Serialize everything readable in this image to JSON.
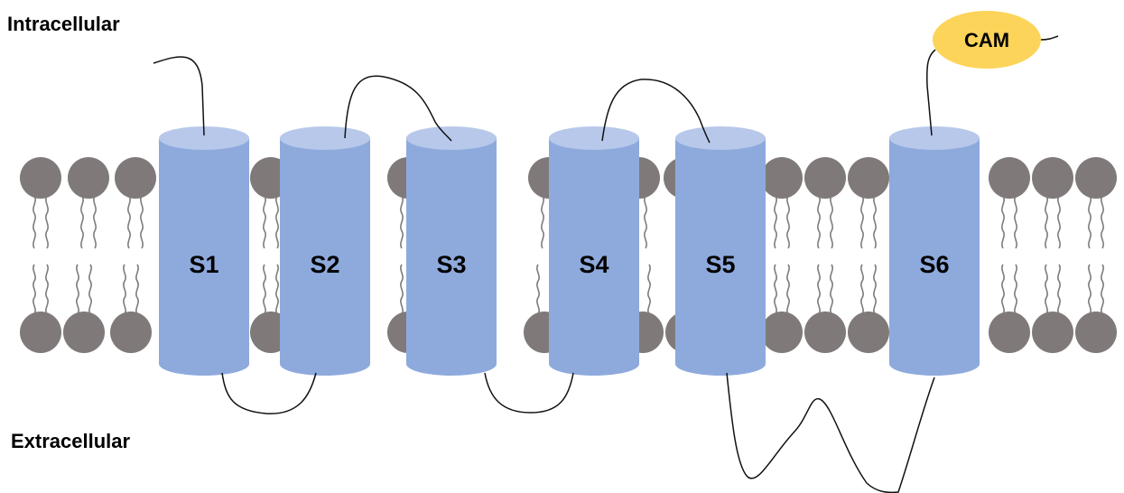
{
  "labels": {
    "intracellular": "Intracellular",
    "extracellular": "Extracellular"
  },
  "helices": [
    {
      "id": "s1",
      "label": "S1"
    },
    {
      "id": "s2",
      "label": "S2"
    },
    {
      "id": "s3",
      "label": "S3"
    },
    {
      "id": "s4",
      "label": "S4"
    },
    {
      "id": "s5",
      "label": "S5"
    },
    {
      "id": "s6",
      "label": "S6"
    }
  ],
  "cam": {
    "label": "CAM",
    "color": "#fcd45a"
  },
  "colors": {
    "helix_body": "#8eaadd",
    "helix_top": "#b7c8ea",
    "lipid_head": "#7f7a79",
    "lipid_tail": "#7d7d7d",
    "loop": "#111111"
  }
}
